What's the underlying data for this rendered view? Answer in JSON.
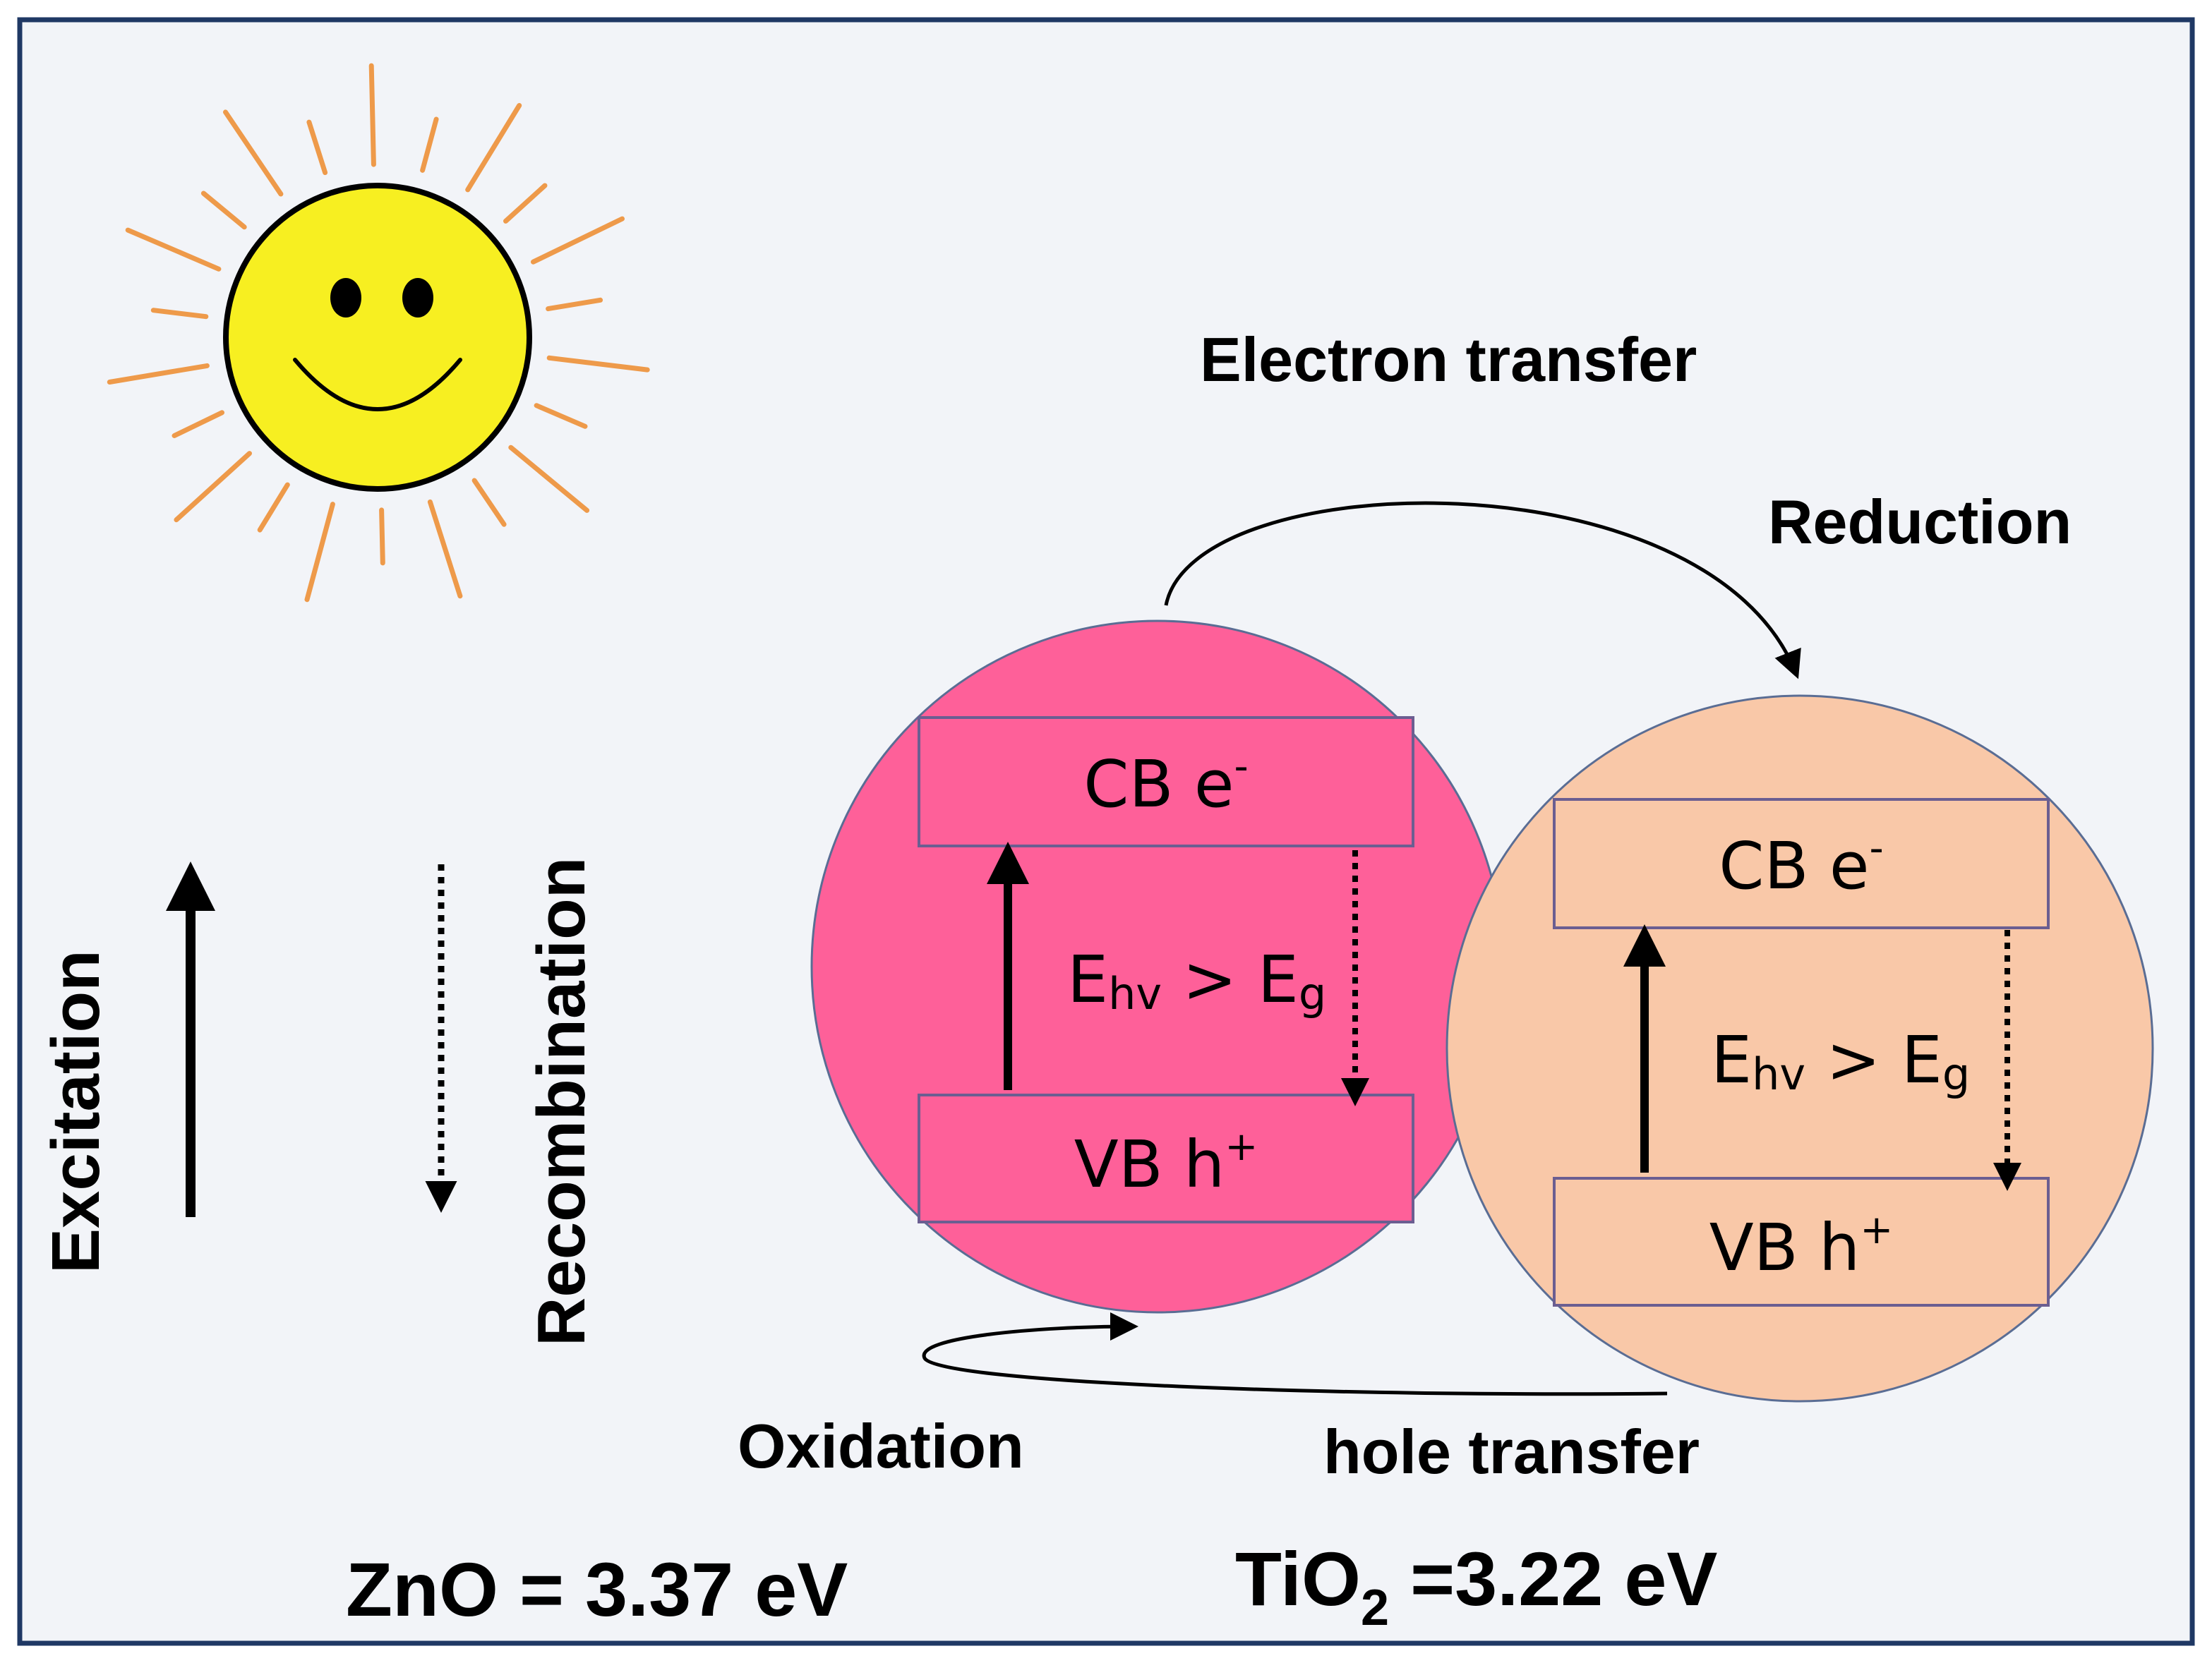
{
  "colors": {
    "frame": "#1f3864",
    "background": "#f2f4f8",
    "sun_fill": "#f7ef21",
    "sun_rays": "#ee9a4a",
    "zno_particle": "#fe6099",
    "tio2_particle": "#f9c8a8",
    "band_outline": "#6b5e91",
    "arrow": "#000000"
  },
  "icons": {
    "sun": "smiling-sun-icon"
  },
  "labels": {
    "excitation": "Excitation",
    "recombination": "Recombination",
    "electron_transfer": "Electron transfer",
    "reduction": "Reduction",
    "oxidation": "Oxidation",
    "hole_transfer": "hole transfer"
  },
  "zno": {
    "cb": {
      "text": "CB e",
      "sup": "-"
    },
    "vb": {
      "text": "VB h",
      "sup": "+"
    },
    "gap": {
      "e": "E",
      "hv": "hv",
      "op": " > E",
      "g": "g"
    },
    "bandgap": "ZnO = 3.37 eV"
  },
  "tio2": {
    "cb": {
      "text": "CB e",
      "sup": "-"
    },
    "vb": {
      "text": "VB h",
      "sup": "+"
    },
    "gap": {
      "e": "E",
      "hv": "hv",
      "op": " > E",
      "g": "g"
    },
    "bandgap": {
      "formula": "TiO",
      "sub": "2",
      "value": " =3.22 eV"
    }
  }
}
